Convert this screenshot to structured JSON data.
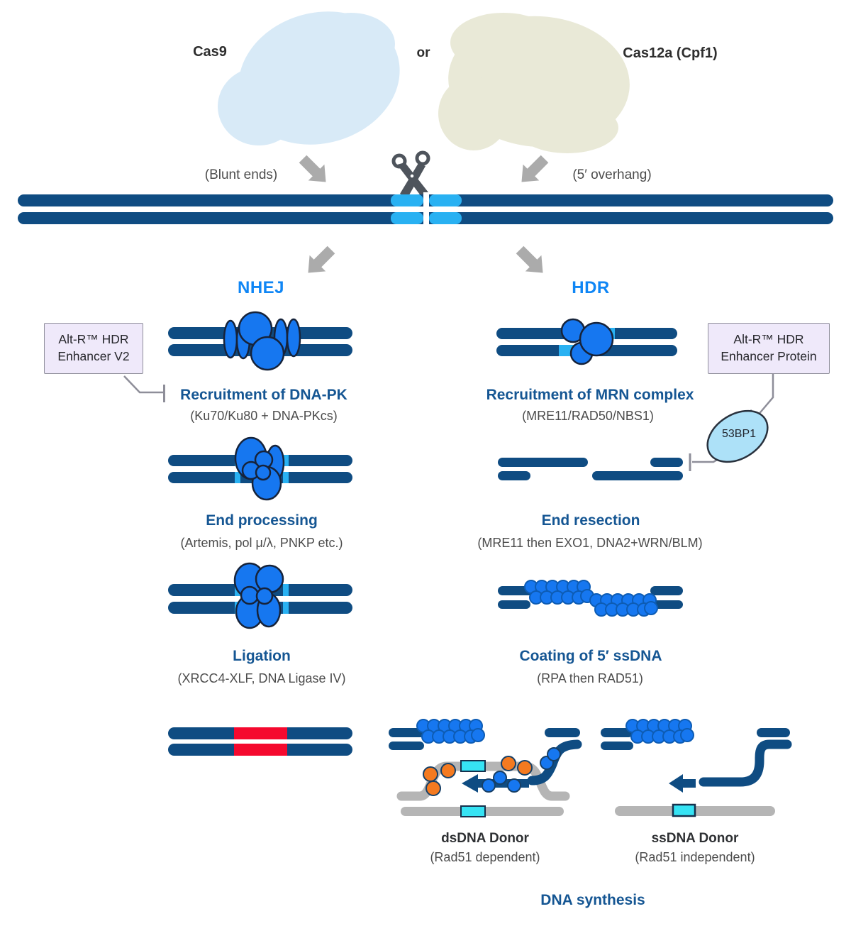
{
  "figure": {
    "nucleases": {
      "cas9": "Cas9",
      "or": "or",
      "cas12a": "Cas12a (Cpf1)"
    },
    "cut": {
      "blunt": "(Blunt ends)",
      "overhang": "(5′ overhang)"
    },
    "nhej": {
      "title": "NHEJ",
      "stage1_title": "Recruitment of DNA-PK",
      "stage1_sub": "(Ku70/Ku80 + DNA-PKcs)",
      "stage2_title": "End processing",
      "stage2_sub": "(Artemis, pol μ/λ, PNKP etc.)",
      "stage3_title": "Ligation",
      "stage3_sub": "(XRCC4-XLF, DNA Ligase IV)"
    },
    "hdr": {
      "title": "HDR",
      "stage1_title": "Recruitment of MRN complex",
      "stage1_sub": "(MRE11/RAD50/NBS1)",
      "stage2_title": "End resection",
      "stage2_sub": "(MRE11 then EXO1, DNA2+WRN/BLM)",
      "stage3_title": "Coating of 5′ ssDNA",
      "stage3_sub": "(RPA then RAD51)"
    },
    "annotations": {
      "enhancer_v2": "Alt-R™ HDR Enhancer V2",
      "enhancer_protein": "Alt-R™ HDR Enhancer Protein",
      "p53bp1": "53BP1"
    },
    "donors": {
      "ds_title": "dsDNA Donor",
      "ds_sub": "(Rad51 dependent)",
      "ss_title": "ssDNA Donor",
      "ss_sub": "(Rad51 independent)",
      "synthesis": "DNA synthesis"
    },
    "colors": {
      "dna_navy": "#0f4c82",
      "break_cyan": "#29b1f2",
      "protein_blue": "#1677f0",
      "insert_red": "#f5092e",
      "donor_gray": "#b5b5b5",
      "insert_aqua": "#36e3f4",
      "rad51_orange": "#f47a20",
      "header_blue": "#0f86f5",
      "stage_navy": "#155693",
      "enhancer_lavender": "#efe9fa",
      "cas9_blob_blue": "#d8eaf7",
      "cas12a_blob_tan": "#e9e9d7",
      "p53bp1_blue": "#ade1f8"
    }
  }
}
